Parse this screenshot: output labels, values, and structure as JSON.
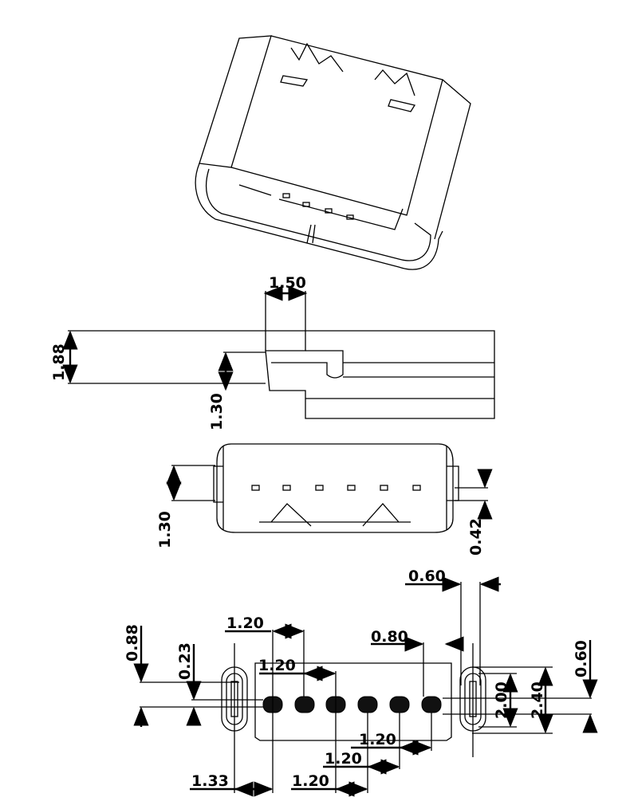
{
  "drawing": {
    "side_view": {
      "width_top": "1.50",
      "height_total": "1.88",
      "height_body": "1.30"
    },
    "front_view": {
      "height": "1.30",
      "offset": "0.42"
    },
    "footprint": {
      "slot_offset_right": "0.60",
      "slot_gap": "0.80",
      "pitch_labels": [
        "1.20",
        "1.20",
        "1.20",
        "1.20",
        "1.20"
      ],
      "slot_height": "0.88",
      "pad_offset": "0.23",
      "edge_to_pad": "1.33",
      "slot_inner": "2.00",
      "slot_outer": "2.40",
      "pad_height": "0.60"
    }
  }
}
